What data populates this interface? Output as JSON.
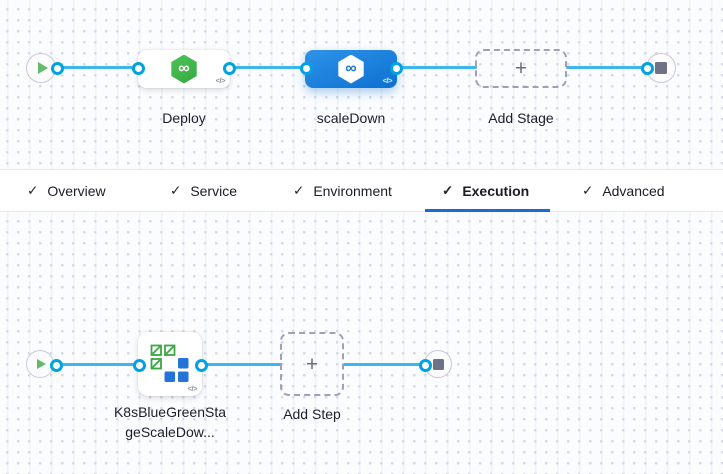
{
  "icons": {
    "check": "✓",
    "plus": "+",
    "code": "</>",
    "infinity": "∞"
  },
  "theme": {
    "connector_blue": "#3cb6ec",
    "port_blue": "#00a2e4",
    "selected_stage_gradient": [
      "#2f93ea",
      "#0c70d0"
    ],
    "deploy_icon_green": "#3fb049",
    "tab_underline_blue": "#1f68d8",
    "canvas_bg": "#fbfcfe",
    "k8s_icon_blue": "#2373d9",
    "k8s_icon_green": "#3aa742"
  },
  "stage_canvas": {
    "stages": [
      {
        "label": "Deploy",
        "selected": false,
        "icon": "harness-deploy-hexagon-icon"
      },
      {
        "label": "scaleDown",
        "selected": true,
        "icon": "harness-deploy-hexagon-icon"
      }
    ],
    "add_stage_label": "Add Stage"
  },
  "tabs": {
    "active_tab": "Execution",
    "items": [
      {
        "label": "Overview",
        "checked": true
      },
      {
        "label": "Service",
        "checked": true
      },
      {
        "label": "Environment",
        "checked": true
      },
      {
        "label": "Execution",
        "checked": true,
        "active": true
      },
      {
        "label": "Advanced",
        "checked": true
      }
    ]
  },
  "execution_canvas": {
    "step": {
      "label": "K8sBlueGreenStageScaleDow...",
      "icon": "k8s-blue-green-scale-down-icon"
    },
    "add_step_label": "Add Step"
  }
}
